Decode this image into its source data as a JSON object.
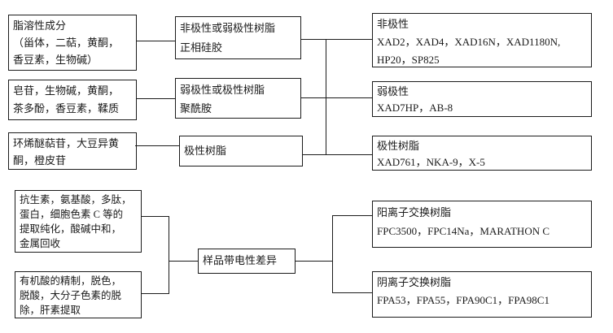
{
  "diagram": {
    "samples": [
      {
        "text": "脂溶性成分\n（甾体，二萜，黄酮，\n香豆素，生物碱）"
      },
      {
        "text": "皂苷，生物碱，黄酮，\n茶多酚，香豆素，鞣质"
      },
      {
        "text": "环烯醚萜苷，大豆异黄\n酮，橙皮苷"
      },
      {
        "text": "抗生素，氨基酸，多肽，\n蛋白，细胞色素 C 等的\n提取纯化，酸碱中和，\n金属回收"
      },
      {
        "text": "有机酸的精制，脱色，\n脱酸，大分子色素的脱\n除，肝素提取"
      }
    ],
    "categories": [
      {
        "text": "非极性或弱极性树脂\n正相硅胶"
      },
      {
        "text": "弱极性或极性树脂\n聚酰胺"
      },
      {
        "text": "极性树脂"
      },
      {
        "text": "样品带电性差异"
      }
    ],
    "resins": [
      {
        "text": "非极性\nXAD2，XAD4，XAD16N，XAD1180N,\nHP20，SP825"
      },
      {
        "text": "弱极性\nXAD7HP，AB-8"
      },
      {
        "text": "极性树脂\nXAD761，NKA-9，X-5"
      },
      {
        "text": "阳离子交换树脂\nFPC3500，FPC14Na，MARATHON C"
      },
      {
        "text": "阴离子交换树脂\nFPA53，FPA55，FPA90C1，FPA98C1"
      }
    ],
    "colors": {
      "line": "#1b1b1b",
      "background": "#ffffff",
      "text": "#1b1b1b"
    }
  }
}
